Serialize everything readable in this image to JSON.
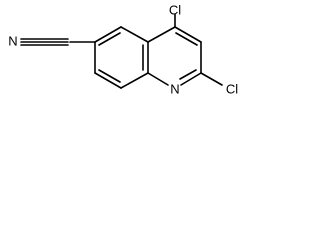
{
  "molecule": {
    "atom_labels": {
      "cl_top": "Cl",
      "cl_right": "Cl",
      "ring_n": "N",
      "nitrile_n": "N"
    }
  }
}
